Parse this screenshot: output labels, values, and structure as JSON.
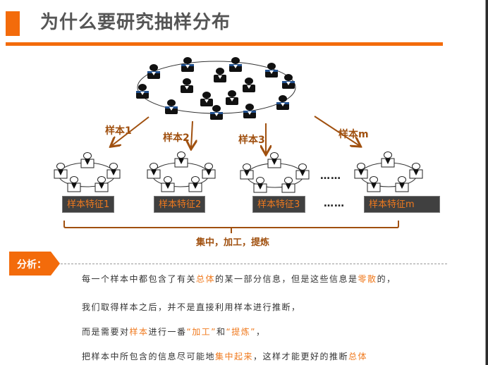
{
  "header": {
    "title": "为什么要研究抽样分布"
  },
  "colors": {
    "accent": "#f36b0b",
    "arrow": "#a0500f",
    "label_bg": "#404040",
    "label_text": "#f07a1e"
  },
  "diagram": {
    "population_icon": "person-icon",
    "samples": [
      {
        "arrow_label": "样本1",
        "feature_label": "样本特征1"
      },
      {
        "arrow_label": "样本2",
        "feature_label": "样本特征2"
      },
      {
        "arrow_label": "样本3",
        "feature_label": "样本特征3"
      },
      {
        "arrow_label": "样本m",
        "feature_label": "样本特征m"
      }
    ],
    "ellipsis": "……",
    "summary": "集中，加工，提炼"
  },
  "analysis": {
    "badge": "分析：",
    "lines": [
      [
        {
          "t": "每一个样本中都包含了有关"
        },
        {
          "t": "总体",
          "hl": true
        },
        {
          "t": "的某一部分信息，但是这些信息是"
        },
        {
          "t": "零散",
          "hl": true
        },
        {
          "t": "的，"
        }
      ],
      [
        {
          "t": "我们取得样本之后，并不是直接利用样本进行推断，"
        }
      ],
      [
        {
          "t": "而是需要对"
        },
        {
          "t": "样本",
          "hl": true
        },
        {
          "t": "进行一番"
        },
        {
          "t": "“加工”",
          "hl": true
        },
        {
          "t": "和"
        },
        {
          "t": "“提炼”",
          "hl": true
        },
        {
          "t": "，"
        }
      ],
      [
        {
          "t": "把样本中所包含的信息尽可能地"
        },
        {
          "t": "集中起来",
          "hl": true
        },
        {
          "t": "，这样才能更好的推断"
        },
        {
          "t": "总体",
          "hl": true
        }
      ]
    ]
  }
}
